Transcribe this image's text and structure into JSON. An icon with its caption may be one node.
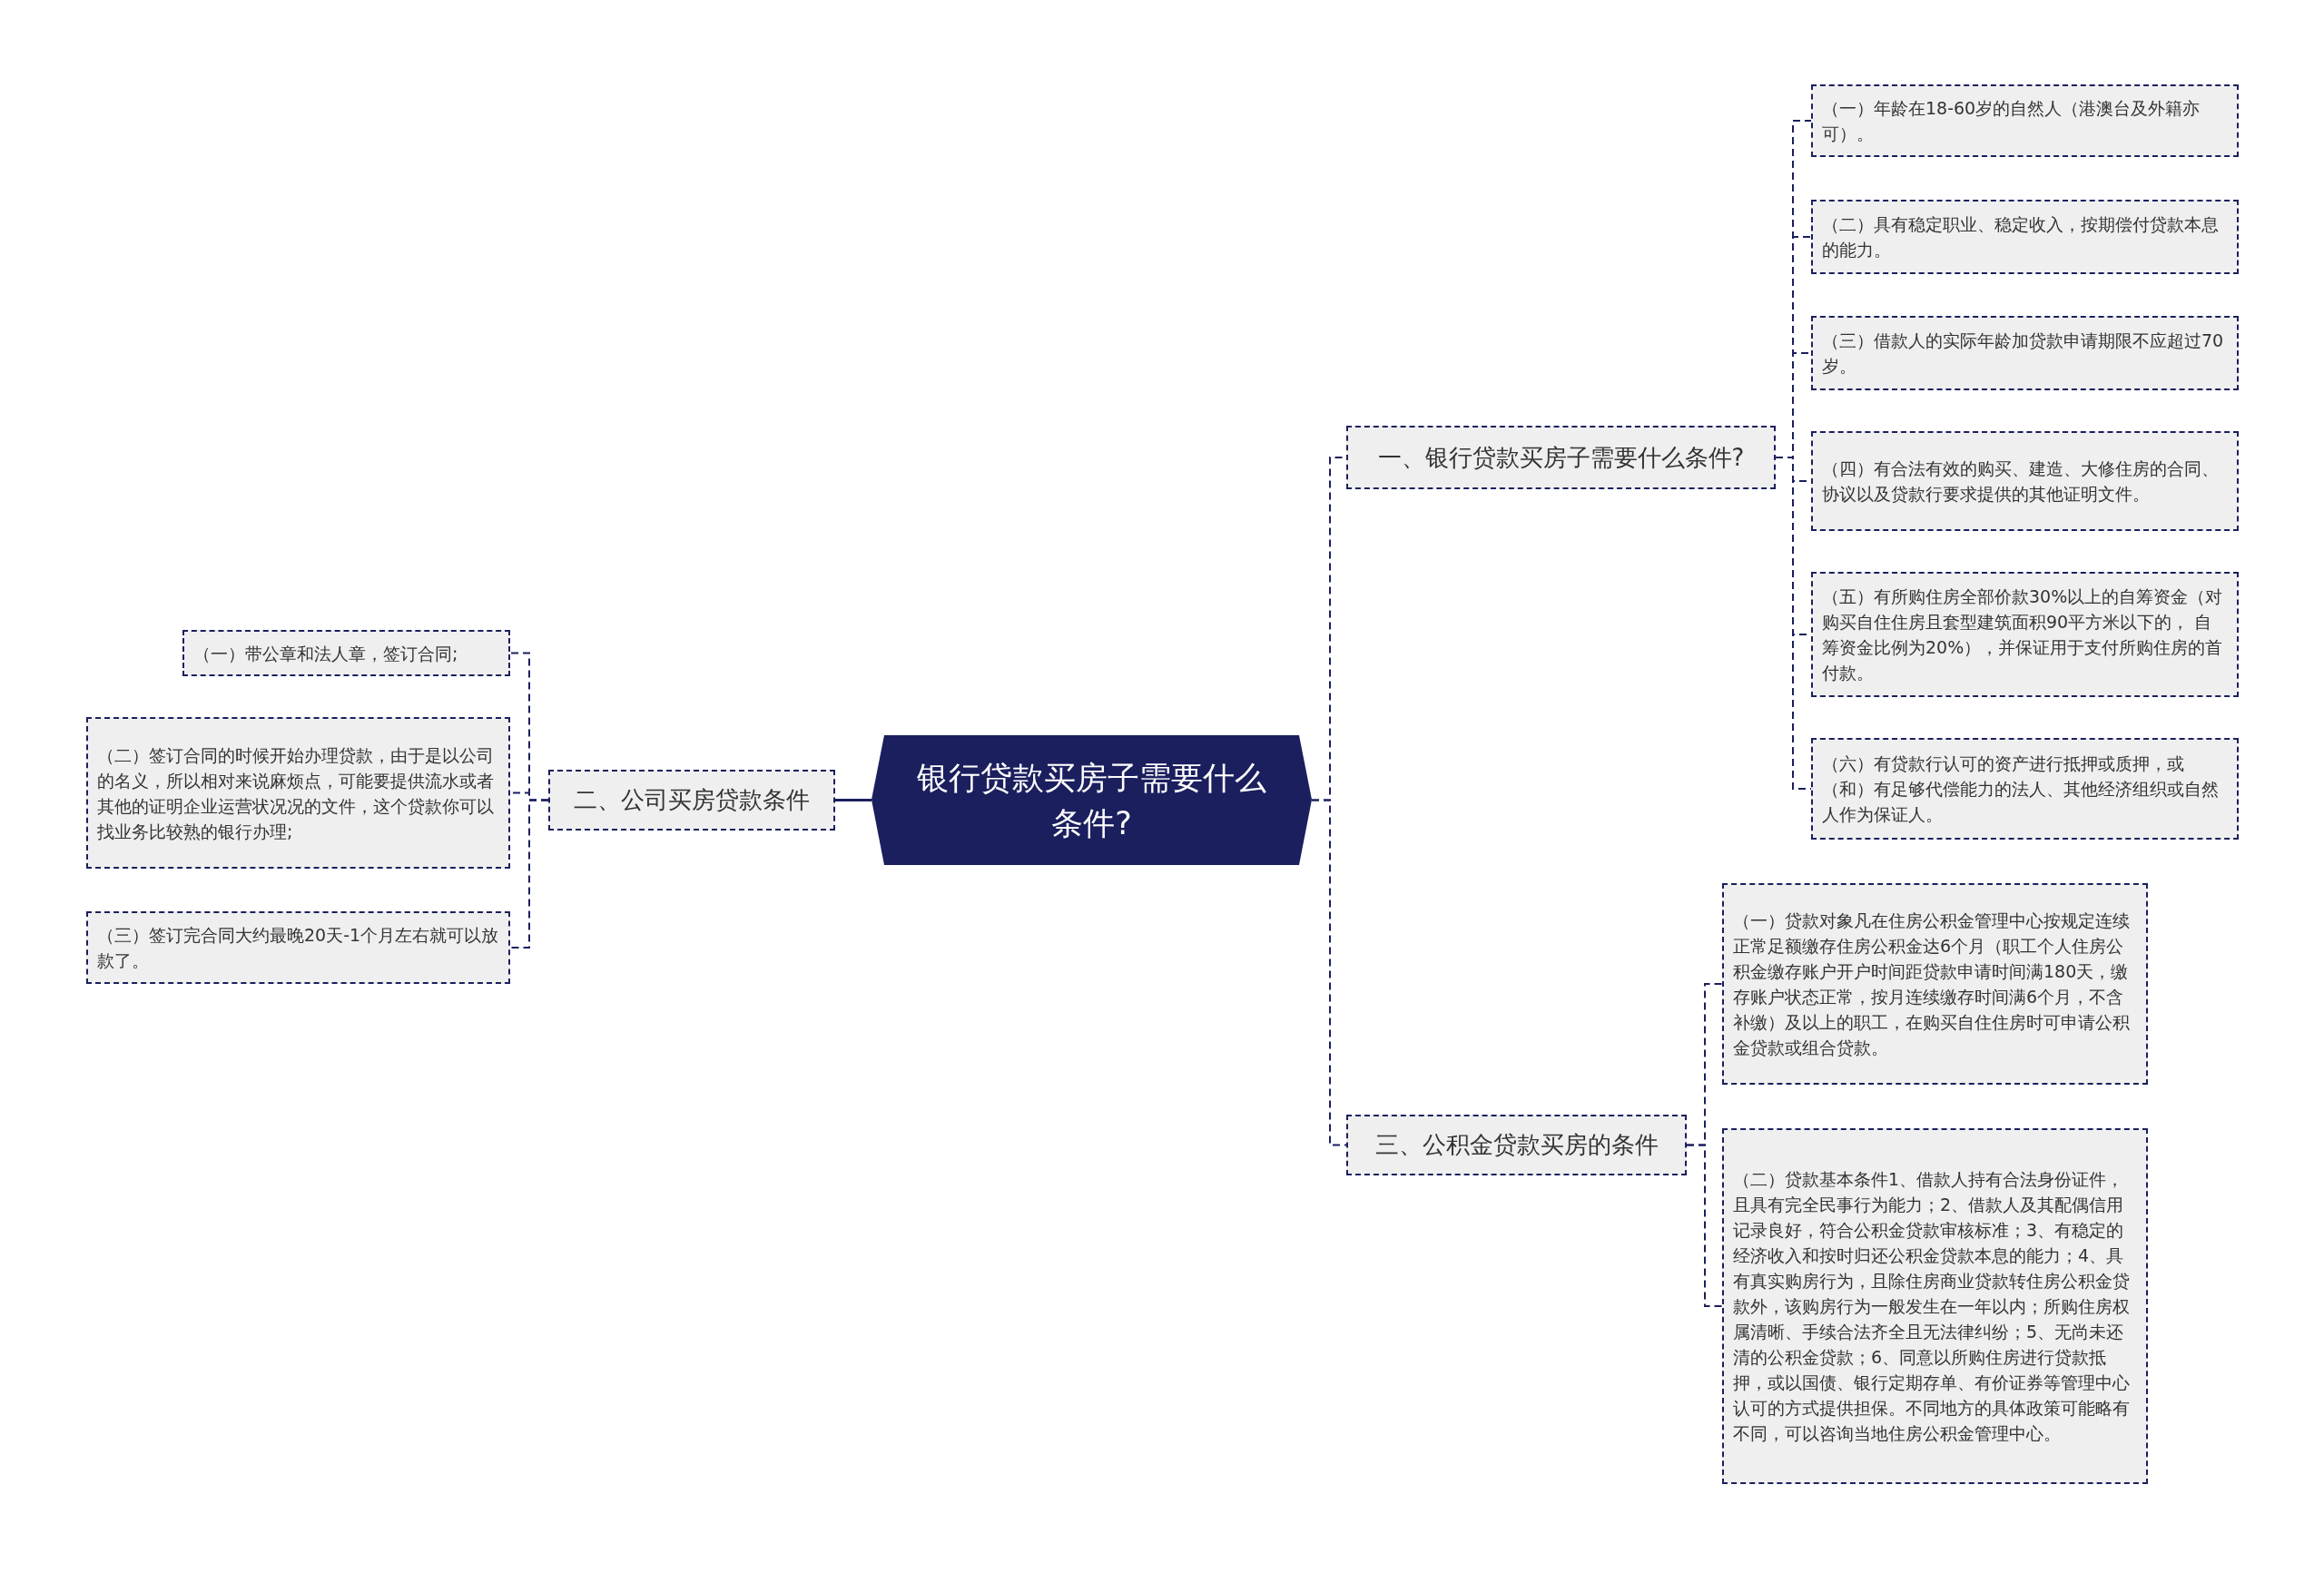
{
  "diagram": {
    "nodes": [
      {
        "text": [
          "银行贷款买房子需要什么条件?"
        ]
      },
      {
        "text": [
          "一、银行贷款买房子需要什么条件?"
        ]
      },
      {
        "text": [
          "（一）年龄在18-60岁的自然人（港澳台及外籍亦可）。"
        ]
      },
      {
        "text": [
          "（二）具有稳定职业、稳定收入，按期偿付贷款本息的能力。"
        ]
      },
      {
        "text": [
          "（三）借款人的实际年龄加贷款申请期限不应超过70岁。"
        ]
      },
      {
        "text": [
          "（四）有合法有效的购买、建造、大修住房的合同、协议以及贷款行要求提供的其他证明文件。"
        ]
      },
      {
        "text": [
          "（五）有所购住房全部价款30%以上的自筹资金（对购买自住住房且套型建筑面积90平方米以下的， 自筹资金比例为20%），并保证用于支付所购住房的首付款。"
        ]
      },
      {
        "text": [
          "（六）有贷款行认可的资产进行抵押或质押，或（和）有足够代偿能力的法人、其他经济组织或自然人作为保证人。"
        ]
      },
      {
        "text": [
          "二、公司买房贷款条件"
        ]
      },
      {
        "text": [
          "（一）带公章和法人章，签订合同;"
        ]
      },
      {
        "text": [
          "（二）签订合同的时候开始办理贷款，由于是以公司的名义，所以相对来说麻烦点，可能要提供流水或者其他的证明企业运营状况况的文件，这个贷款你可以找业务比较熟的银行办理;"
        ]
      },
      {
        "text": [
          "（三）签订完合同大约最晚20天-1个月左右就可以放款了。"
        ]
      },
      {
        "text": [
          "三、公积金贷款买房的条件"
        ]
      },
      {
        "text": [
          "（一）贷款对象凡在住房公积金管理中心按规定连续正常足额缴存住房公积金达6个月（职工个人住房公积金缴存账户开户时间距贷款申请时间满180天，缴存账户状态正常，按月连续缴存时间满6个月，不含补缴）及以上的职工，在购买自住住房时可申请公积金贷款或组合贷款。"
        ]
      },
      {
        "text": [
          "（二）贷款基本条件1、借款人持有合法身份证件，且具有完全民事行为能力；2、借款人及其配偶信用记录良好，符合公积金贷款审核标准；3、有稳定的经济收入和按时归还公积金贷款本息的能力；4、具有真实购房行为，且除住房商业贷款转住房公积金贷款外，该购房行为一般发生在一年以内；所购住房权属清晰、手续合法齐全且无法律纠纷；5、无尚未还清的公积金贷款；6、同意以所购住房进行贷款抵押，或以国债、银行定期存单、有价证券等管理中心认可的方式提供担保。不同地方的具体政策可能略有不同，可以咨询当地住房公积金管理中心。"
        ]
      }
    ],
    "edges": [
      {
        "from": 0,
        "to": 1,
        "arrow": "none",
        "style": "dashed"
      },
      {
        "from": 1,
        "to": 2,
        "arrow": "none",
        "style": "dashed"
      },
      {
        "from": 1,
        "to": 3,
        "arrow": "none",
        "style": "dashed"
      },
      {
        "from": 1,
        "to": 4,
        "arrow": "none",
        "style": "dashed"
      },
      {
        "from": 1,
        "to": 5,
        "arrow": "none",
        "style": "dashed"
      },
      {
        "from": 1,
        "to": 6,
        "arrow": "none",
        "style": "dashed"
      },
      {
        "from": 1,
        "to": 7,
        "arrow": "none",
        "style": "dashed"
      },
      {
        "from": 0,
        "to": 8,
        "arrow": "none"
      },
      {
        "from": 8,
        "to": 9,
        "arrow": "none",
        "style": "dashed"
      },
      {
        "from": 8,
        "to": 10,
        "arrow": "none",
        "style": "dashed"
      },
      {
        "from": 8,
        "to": 11,
        "arrow": "none",
        "style": "dashed"
      },
      {
        "from": 0,
        "to": 12,
        "arrow": "none",
        "style": "dashed"
      },
      {
        "from": 12,
        "to": 13,
        "arrow": "none",
        "style": "dashed"
      },
      {
        "from": 12,
        "to": 14,
        "arrow": "none",
        "style": "dashed"
      }
    ]
  }
}
